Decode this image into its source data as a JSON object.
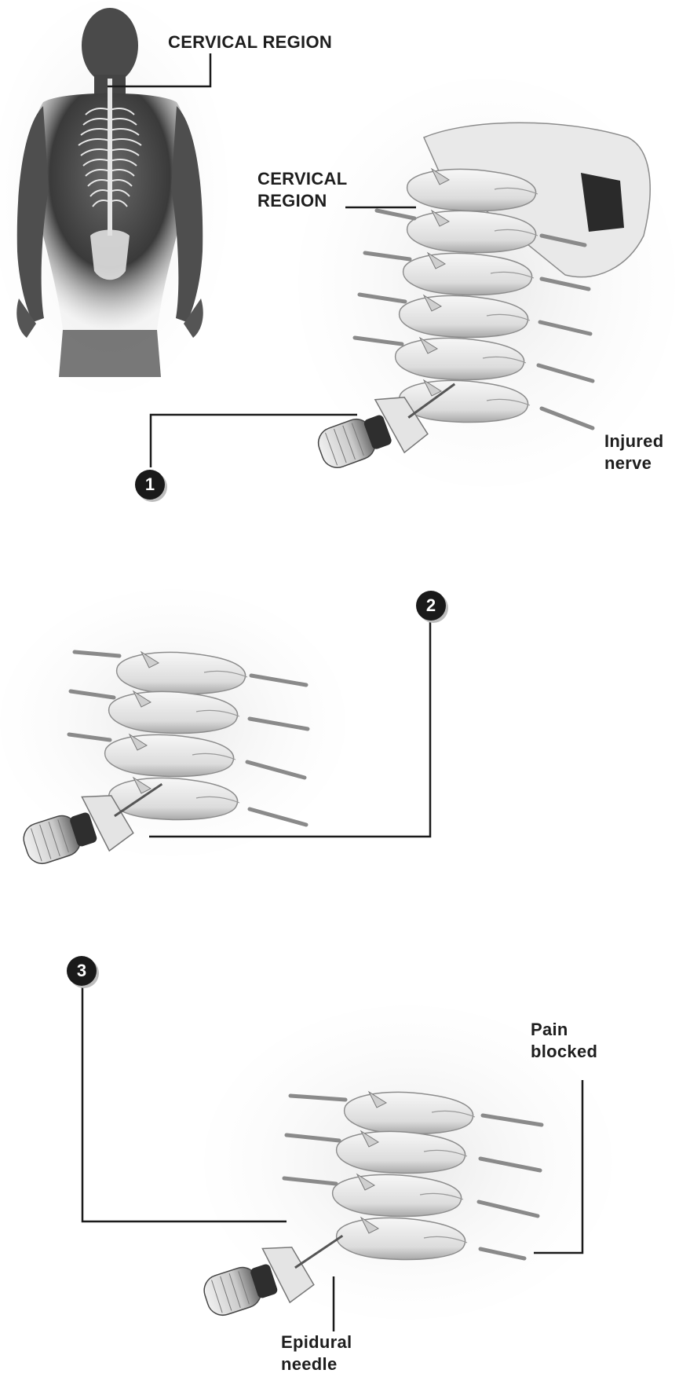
{
  "labels": {
    "cervical_top": "CERVICAL REGION",
    "cervical_side_line1": "CERVICAL",
    "cervical_side_line2": "REGION",
    "injured_line1": "Injured",
    "injured_line2": "nerve",
    "pain_line1": "Pain",
    "pain_line2": "blocked",
    "needle_line1": "Epidural",
    "needle_line2": "needle"
  },
  "steps": [
    "1",
    "2",
    "3"
  ],
  "colors": {
    "body_dark": "#3a3a3a",
    "bone": "#e8e8e8",
    "bone_shadow": "#9a9a9a",
    "line": "#1a1a1a",
    "badge": "#1a1a1a"
  }
}
